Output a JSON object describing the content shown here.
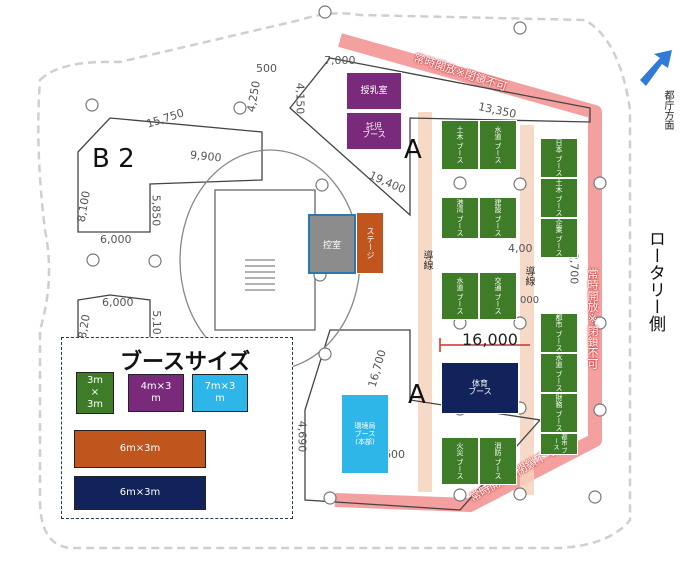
{
  "zones": {
    "b2": "B 2",
    "a_top": "A",
    "a_bottom": "A"
  },
  "dimensions": {
    "d500": "500",
    "d4250": "4,250",
    "d15750": "15,750",
    "d9900": "9,900",
    "d8100": "8,100",
    "d5850": "5,850",
    "d6000a": "6,000",
    "d6000b": "6,000",
    "d8200": "8,20",
    "d5100": "5,10",
    "d7000": "7,000",
    "d4150": "4,150",
    "d19400": "19,400",
    "d13350": "13,350",
    "d4000": "4,00",
    "d2700": "2,700",
    "d16000": "16,000",
    "d16700": "16,700",
    "d4690": "4,690",
    "d600": "600",
    "d900": "000"
  },
  "booths": {
    "nursing": "授乳室",
    "childcare": "託児\nブース",
    "classroom": "控室",
    "stage": "ステージ",
    "environment": "環境局\nブース\n(本部)",
    "sports": "体育\nブース",
    "g1": "土木\nブース",
    "g2": "水道\nブース",
    "g3": "港湾\nブース",
    "g4": "建設\nブース",
    "g5": "水道\nブース",
    "g6": "交通\nブース",
    "g7": "日本\nブース",
    "g8": "土木\nブース",
    "g9": "企業\nブース",
    "g10": "都市\nブース",
    "g11": "水道\nブース",
    "g12": "財務\nブース",
    "g13": "火災\nブース",
    "g14": "消防\nブース",
    "g15": "都市\nブース"
  },
  "labels": {
    "corridor1": "導線",
    "corridor2": "導線",
    "always_open_top": "常時開放※閉鎖不可",
    "always_open_right": "常時開放※閉鎖不可",
    "always_open_bottom": "常時開放※閉鎖不可",
    "direction_label": "都庁方面",
    "rotary_side": "ロータリー側"
  },
  "legend": {
    "title": "ブースサイズ",
    "s3x3": "3m\n×\n3m",
    "s4x3": "4m×3\nm",
    "s7x3": "7m×3\nm",
    "s6x3a": "6m×3m",
    "s6x3b": "6m×3m"
  },
  "colors": {
    "green": "#3f7c28",
    "purple": "#7a2a7a",
    "lightblue": "#2eb6e8",
    "orange": "#c0561d",
    "navy": "#11235a",
    "redband": "#f08080",
    "corridor": "#f6d2bd",
    "arrow": "#2f7bd6"
  }
}
